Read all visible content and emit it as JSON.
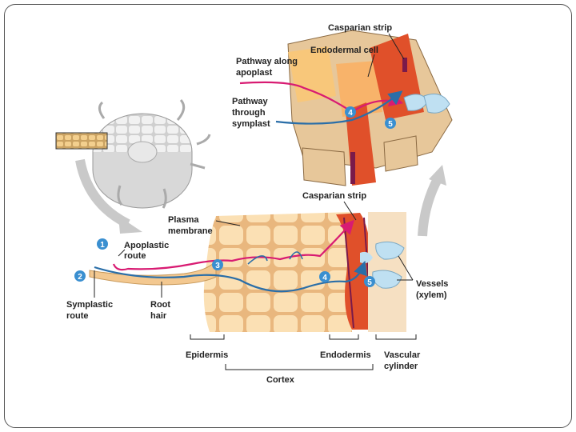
{
  "labels": {
    "casparian_strip_top": "Casparian strip",
    "endodermal_cell": "Endodermal cell",
    "pathway_apoplast_1": "Pathway along",
    "pathway_apoplast_2": "apoplast",
    "pathway_symplast_1": "Pathway",
    "pathway_symplast_2": "through",
    "pathway_symplast_3": "symplast",
    "casparian_strip_mid": "Casparian strip",
    "plasma_membrane_1": "Plasma",
    "plasma_membrane_2": "membrane",
    "apoplastic_route_1": "Apoplastic",
    "apoplastic_route_2": "route",
    "symplastic_route_1": "Symplastic",
    "symplastic_route_2": "route",
    "root_hair_1": "Root",
    "root_hair_2": "hair",
    "vessels_1": "Vessels",
    "vessels_2": "(xylem)",
    "epidermis": "Epidermis",
    "endodermis": "Endodermis",
    "vascular_1": "Vascular",
    "vascular_2": "cylinder",
    "cortex": "Cortex"
  },
  "markers": {
    "m1": "1",
    "m2": "2",
    "m3": "3",
    "m4_top": "4",
    "m5_top": "5",
    "m4_bottom": "4",
    "m5_bottom": "5"
  },
  "colors": {
    "apoplast_route": "#d81b72",
    "symplast_route": "#2a6ea8",
    "cortex_cell": "#f8d9a8",
    "cell_wall": "#e9b77e",
    "endodermis": "#e0502a",
    "casparian": "#7a1a4a",
    "xylem": "#bfe0f2",
    "marker": "#3a8fd0"
  }
}
